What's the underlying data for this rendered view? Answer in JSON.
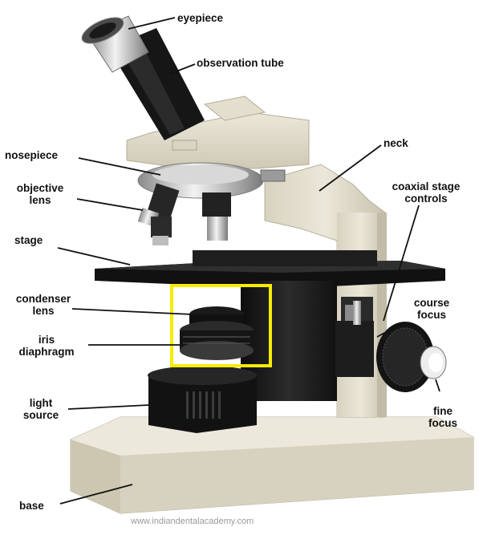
{
  "labels": {
    "eyepiece": "eyepiece",
    "observation_tube": "observation tube",
    "neck": "neck",
    "nosepiece": "nosepiece",
    "objective_lens_1": "objective",
    "objective_lens_2": "lens",
    "stage": "stage",
    "coaxial_1": "coaxial stage",
    "coaxial_2": "controls",
    "condenser_1": "condenser",
    "condenser_2": "lens",
    "iris_1": "iris",
    "iris_2": "diaphragm",
    "course_1": "course",
    "course_2": "focus",
    "light_1": "light",
    "light_2": "source",
    "fine_1": "fine",
    "fine_2": "focus",
    "base": "base"
  },
  "watermark": "www.indiandentalacademy.com",
  "colors": {
    "body_beige": "#e2ddcc",
    "body_shadow": "#bdb7a3",
    "metal_black": "#1c1c1c",
    "highlight_box": "#f5ec00"
  }
}
